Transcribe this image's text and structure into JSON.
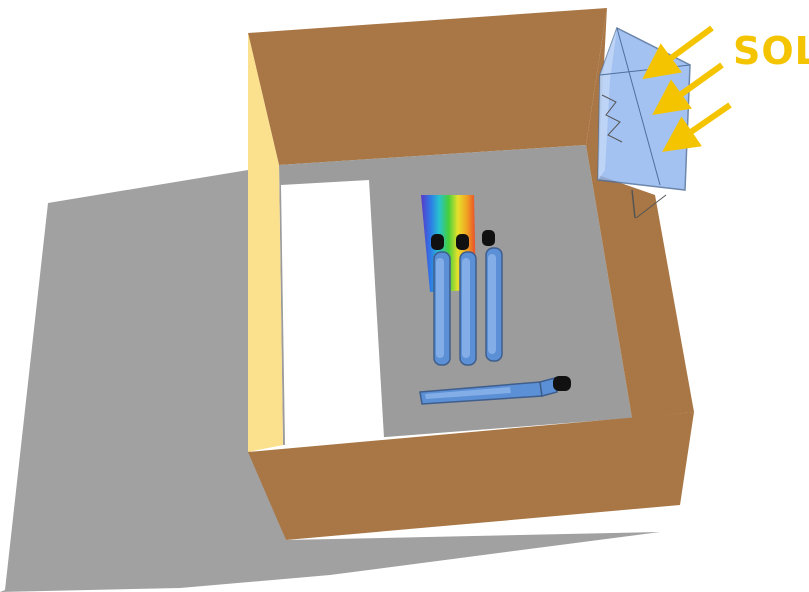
{
  "label": {
    "text": "SOL"
  },
  "colors": {
    "shadow": "#a1a1a1",
    "cardboard": "#a97745",
    "box_floor": "#9c9c9c",
    "left_wall_inner": "#fbe08e",
    "white_card": "#ffffff",
    "prism": "#8fb5ee",
    "tube_liquid": "#5b8fd6",
    "stopper": "#111111",
    "sun_rays": "#f5c400"
  },
  "scene": {
    "standing_tube_count": 3,
    "lying_tube_count": 1,
    "sun_ray_count": 3,
    "spectrum_colors": [
      "#5a39c7",
      "#2f78e6",
      "#27c3cf",
      "#45cf3b",
      "#e7e02c",
      "#f0a421",
      "#e9482c"
    ]
  }
}
